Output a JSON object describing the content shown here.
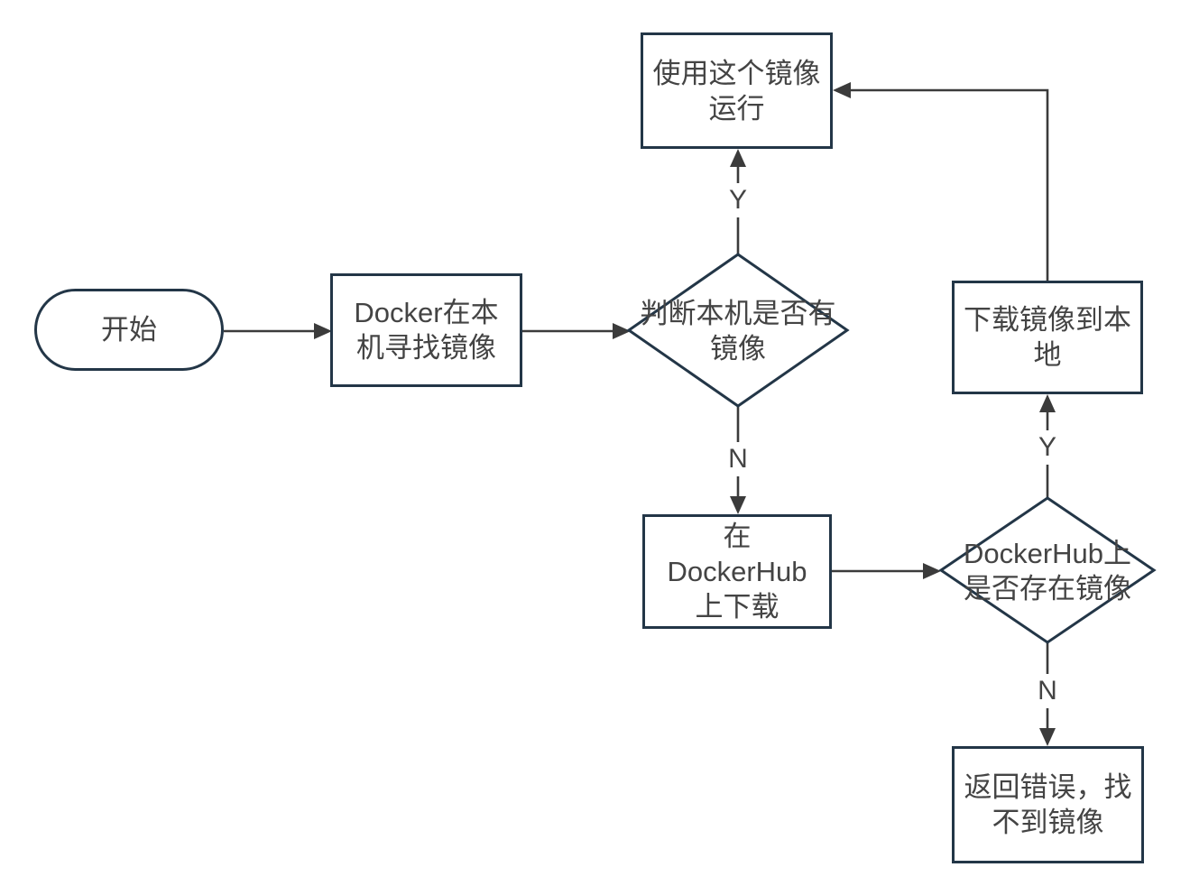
{
  "diagram": {
    "background_color": "#ffffff",
    "shape_border_color": "#233647",
    "connector_color": "#3b3b3b",
    "text_color": "#444444",
    "nodes": {
      "start": {
        "type": "terminator",
        "lines": [
          "开始"
        ],
        "text": "开始"
      },
      "find_local": {
        "type": "process",
        "lines": [
          "Docker在本",
          "机寻找镜像"
        ],
        "text": "Docker在本机寻找镜像"
      },
      "has_local_image": {
        "type": "decision",
        "lines": [
          "判断本机是否有",
          "镜像"
        ],
        "text": "判断本机是否有镜像"
      },
      "run_image": {
        "type": "process",
        "lines": [
          "使用这个镜像",
          "运行"
        ],
        "text": "使用这个镜像运行"
      },
      "download_on_hub": {
        "type": "process",
        "lines": [
          "在",
          "DockerHub",
          "上下载"
        ],
        "text": "在DockerHub上下载"
      },
      "exists_on_hub": {
        "type": "decision",
        "lines": [
          "DockerHub上",
          "是否存在镜像"
        ],
        "text": "DockerHub上是否存在镜像"
      },
      "download_to_local": {
        "type": "process",
        "lines": [
          "下载镜像到本",
          "地"
        ],
        "text": "下载镜像到本地"
      },
      "return_error": {
        "type": "process",
        "lines": [
          "返回错误，找",
          "不到镜像"
        ],
        "text": "返回错误，找不到镜像"
      }
    },
    "edge_labels": {
      "has_local_yes": "Y",
      "has_local_no": "N",
      "exists_hub_yes": "Y",
      "exists_hub_no": "N"
    }
  }
}
